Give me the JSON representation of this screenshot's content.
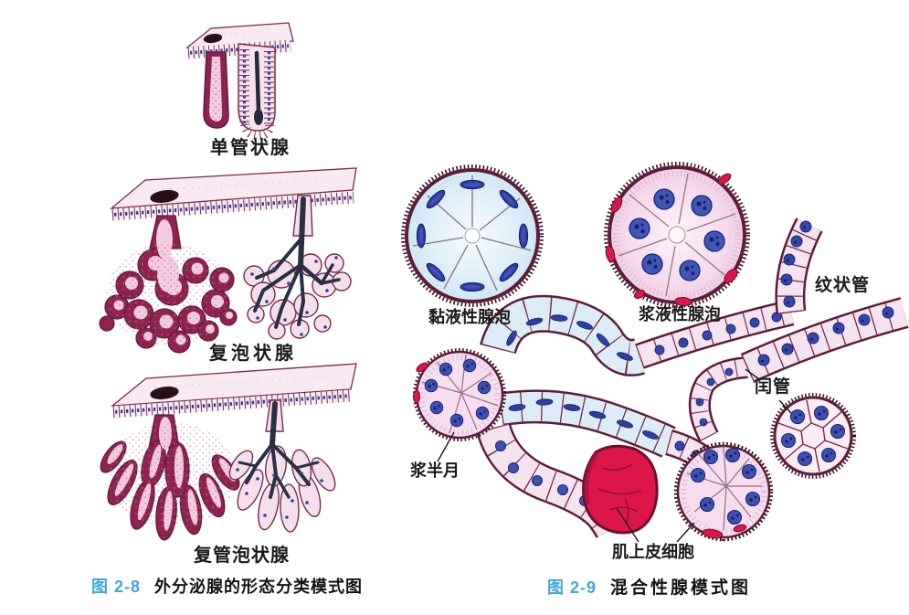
{
  "fig8": {
    "caption": {
      "number": "图 2-8",
      "title": "外分泌腺的形态分类模式图"
    },
    "glands": [
      {
        "id": "simple-tubular",
        "label": "单管状腺"
      },
      {
        "id": "compound-acinar",
        "label": "复泡状腺"
      },
      {
        "id": "compound-tubuloacinar",
        "label": "复管泡状腺"
      }
    ]
  },
  "fig9": {
    "caption": {
      "number": "图 2-9",
      "title": "混合性腺模式图"
    },
    "labels": {
      "mucous_acinus": "黏液性腺泡",
      "serous_acinus": "浆液性腺泡",
      "striated_duct": "纹状管",
      "intercalated_duct": "闰管",
      "serous_demilune": "浆半月",
      "myoepithelial_cell": "肌上皮细胞"
    }
  },
  "colors": {
    "caption_accent_blue": "#3fa6dd",
    "label_text": "#1a1a1a",
    "outline_maroon": "#5e1d3a",
    "solid_maroon": "#8e2251",
    "cell_pink": "#f5dfed",
    "mucous_blue": "#dcecf7",
    "nucleus_blue": "#2e3fa3",
    "myoepithelial_crimson": "#d8174b",
    "duct_dark": "#2a2f45"
  }
}
